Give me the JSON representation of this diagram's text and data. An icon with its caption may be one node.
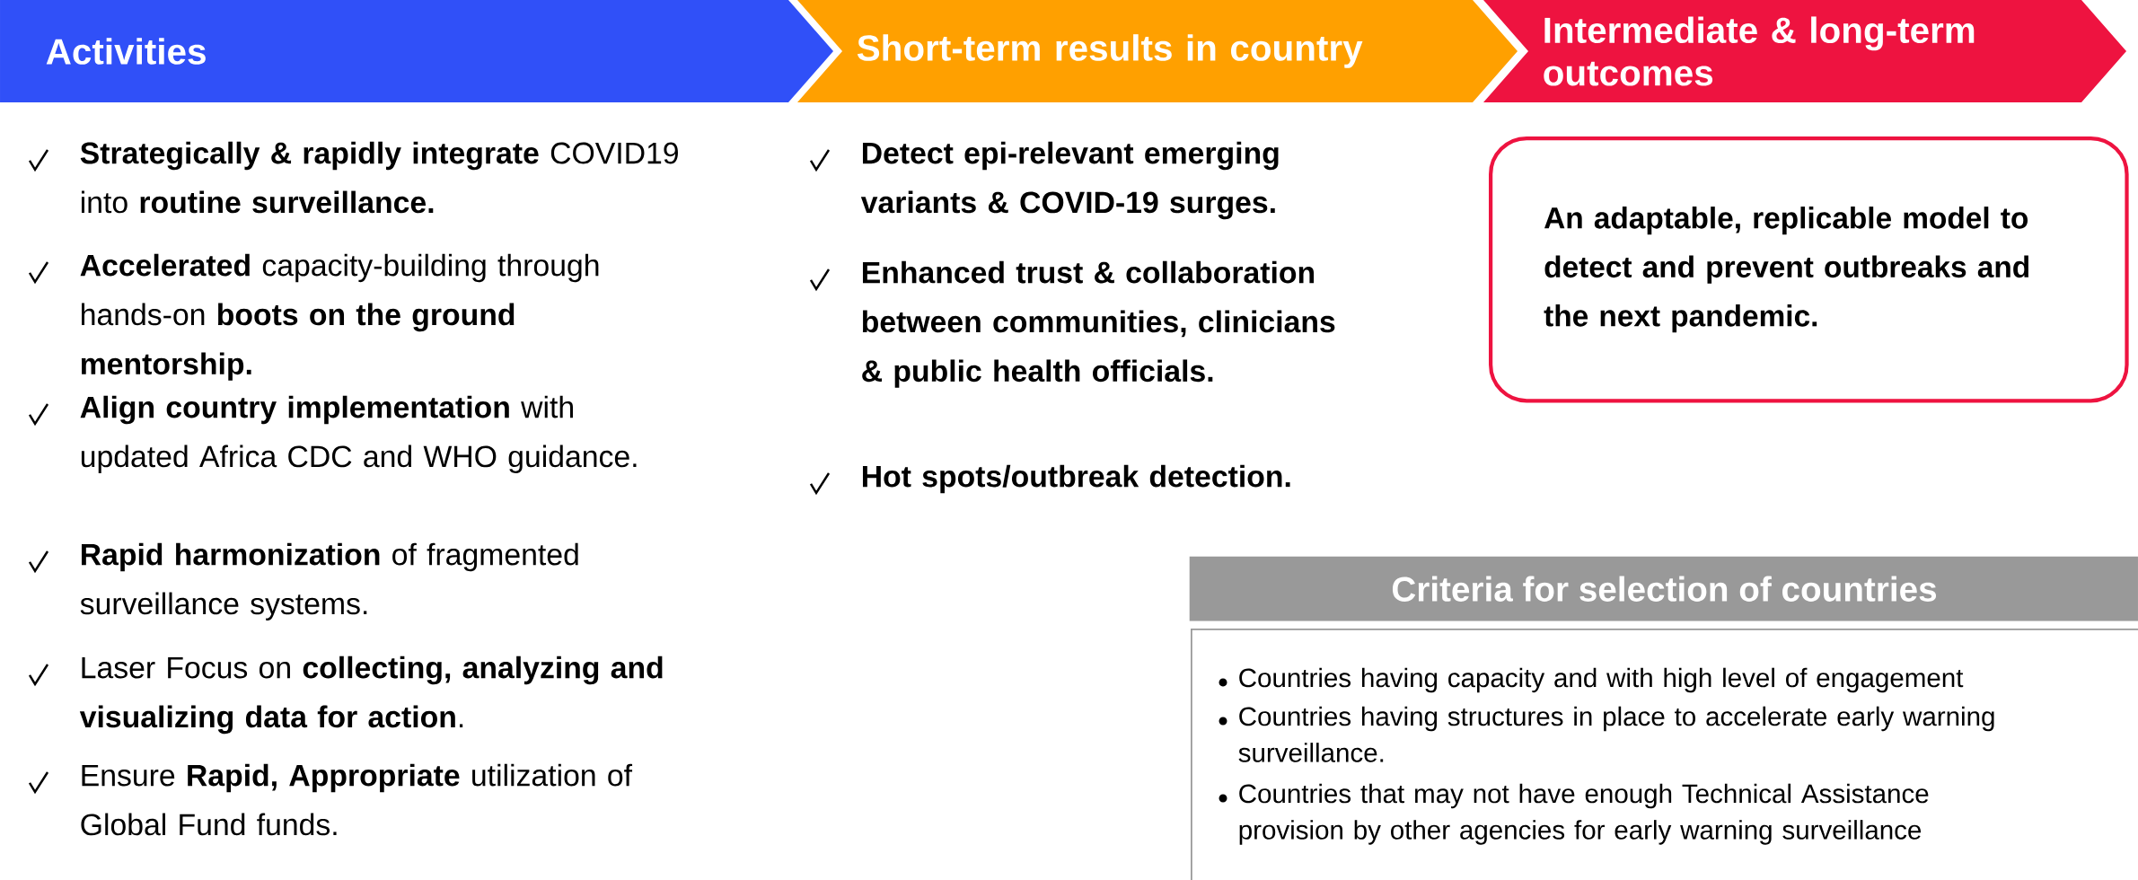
{
  "diagram": {
    "nodes": [
      {
        "text": [
          "Activities"
        ]
      },
      {
        "text": [
          "Short-term results in country"
        ]
      },
      {
        "text": [
          "Intermediate & long-term outcomes"
        ]
      },
      {
        "text": [
          "An adaptable, replicable model to detect and prevent outbreaks and the next pandemic."
        ]
      },
      {
        "text": [
          "Criteria for selection of countries",
          "Countries having capacity and with high level of engagement",
          "Countries having structures in place to accelerate early warning surveillance.",
          "Countries that may not have enough Technical Assistance provision by other agencies for early warning surveillance"
        ]
      }
    ],
    "labels": [
      "**Strategically & rapidly integrate** COVID19 into **routine surveillance.**",
      "**Accelerated** capacity-building through hands-on **boots on the ground mentorship.**",
      "**Align country implementation** with updated Africa CDC and WHO guidance.",
      "**Rapid harmonization** of fragmented surveillance systems.",
      "Laser Focus on **collecting, analyzing and visualizing data for action**.",
      "Ensure **Rapid, Appropriate** utilization of Global Fund funds.",
      "Detect epi-relevant emerging variants & COVID-19 surges.",
      "Enhanced trust & collaboration between communities, clinicians & public health officials.",
      "Hot spots/outbreak detection."
    ]
  }
}
